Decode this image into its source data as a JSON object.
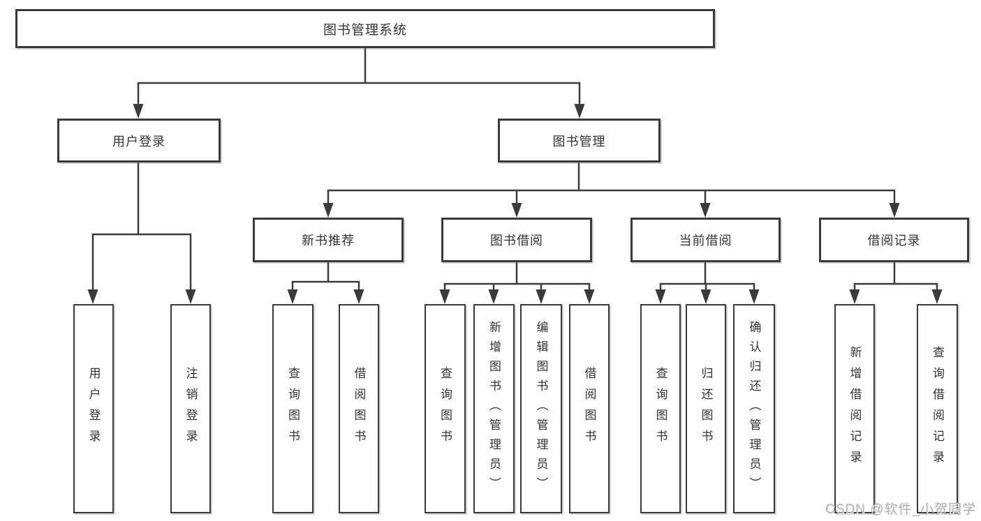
{
  "diagram": {
    "root": {
      "label": "图书管理系统"
    },
    "user_login": {
      "label": "用户登录",
      "children": [
        {
          "label": "用户登录"
        },
        {
          "label": "注销登录"
        }
      ]
    },
    "book_mgmt": {
      "label": "图书管理",
      "children": [
        {
          "label": "新书推荐",
          "children": [
            {
              "label": "查询图书"
            },
            {
              "label": "借阅图书"
            }
          ]
        },
        {
          "label": "图书借阅",
          "children": [
            {
              "label": "查询图书"
            },
            {
              "label": "新增图书（管理员）"
            },
            {
              "label": "编辑图书（管理员）"
            },
            {
              "label": "借阅图书"
            }
          ]
        },
        {
          "label": "当前借阅",
          "children": [
            {
              "label": "查询图书"
            },
            {
              "label": "归还图书"
            },
            {
              "label": "确认归还（管理员）"
            }
          ]
        },
        {
          "label": "借阅记录",
          "children": [
            {
              "label": "新增借阅记录"
            },
            {
              "label": "查询借阅记录"
            }
          ]
        }
      ]
    }
  },
  "watermark": {
    "label": "CSDN @软件_小贺同学"
  },
  "colors": {
    "line": "#3a3a3a",
    "text": "#333333",
    "box_background": "#ffffff",
    "watermark": "#b3b3b3"
  }
}
